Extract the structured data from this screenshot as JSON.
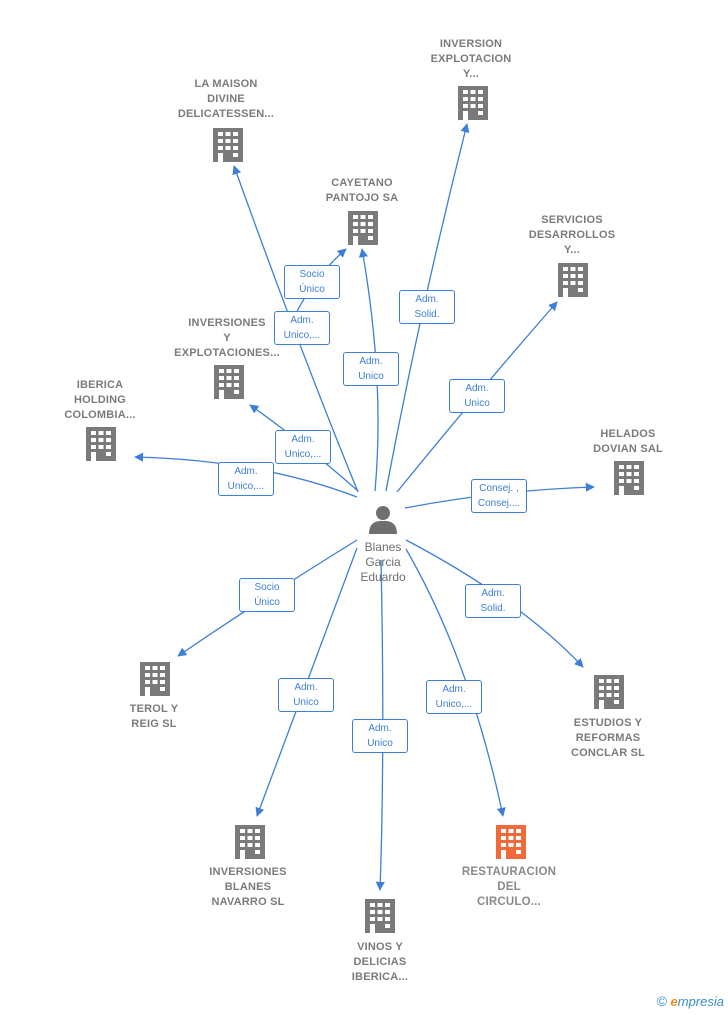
{
  "center": {
    "name": "Blanes\nGarcia\nEduardo",
    "icon": "person-icon"
  },
  "companies": [
    {
      "id": "maison",
      "name": "LA MAISON\nDIVINE\nDELICATESSEN...",
      "highlight": false
    },
    {
      "id": "inversion-explotacion",
      "name": "INVERSION\nEXPLOTACION\nY...",
      "highlight": false
    },
    {
      "id": "cayetano",
      "name": "CAYETANO\nPANTOJO SA",
      "highlight": false
    },
    {
      "id": "servicios",
      "name": "SERVICIOS\nDESARROLLOS\nY...",
      "highlight": false
    },
    {
      "id": "inversiones-explotaciones",
      "name": "INVERSIONES\nY\nEXPLOTACIONES...",
      "highlight": false
    },
    {
      "id": "iberica",
      "name": "IBERICA\nHOLDING\nCOLOMBIA...",
      "highlight": false
    },
    {
      "id": "helados",
      "name": "HELADOS\nDOVIAN SAL",
      "highlight": false
    },
    {
      "id": "terol",
      "name": "TEROL Y\nREIG  SL",
      "highlight": false
    },
    {
      "id": "estudios",
      "name": "ESTUDIOS Y\nREFORMAS\nCONCLAR SL",
      "highlight": false
    },
    {
      "id": "inversiones-blanes",
      "name": "INVERSIONES\nBLANES\nNAVARRO  SL",
      "highlight": false
    },
    {
      "id": "restauracion",
      "name": "RESTAURACION\nDEL\nCIRCULO...",
      "highlight": true
    },
    {
      "id": "vinos",
      "name": "VINOS Y\nDELICIAS\nIBERICA...",
      "highlight": false
    }
  ],
  "edges": [
    {
      "to": "maison",
      "label": "Adm.\nUnico,..."
    },
    {
      "to": "cayetano",
      "label": "Socio\nÚnico"
    },
    {
      "to": "cayetano",
      "label": "Adm.\nUnico"
    },
    {
      "to": "inversion-explotacion",
      "label": "Adm.\nSolid."
    },
    {
      "to": "servicios",
      "label": "Adm.\nUnico"
    },
    {
      "to": "inversiones-explotaciones",
      "label": "Adm.\nUnico,..."
    },
    {
      "to": "iberica",
      "label": "Adm.\nUnico,..."
    },
    {
      "to": "helados",
      "label": "Consej. ,\nConsej...."
    },
    {
      "to": "terol",
      "label": "Socio\nÚnico"
    },
    {
      "to": "estudios",
      "label": "Adm.\nSolid."
    },
    {
      "to": "inversiones-blanes",
      "label": "Adm.\nUnico"
    },
    {
      "to": "vinos",
      "label": "Adm.\nUnico"
    },
    {
      "to": "restauracion",
      "label": "Adm.\nUnico,..."
    }
  ],
  "colors": {
    "edge": "#3d7fd8",
    "building": "#7a7a7a",
    "highlight": "#f26a3a",
    "person": "#6f6f6f"
  },
  "footer": {
    "copyright": "©",
    "brand_first": "e",
    "brand_rest": "mpresia"
  }
}
